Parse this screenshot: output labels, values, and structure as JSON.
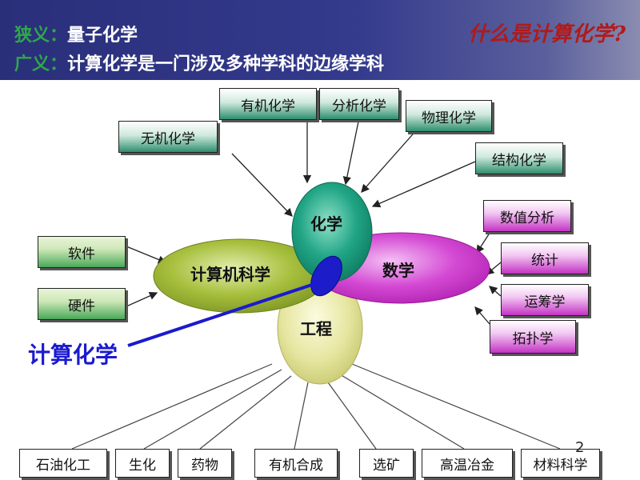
{
  "header": {
    "line1_label": "狭义：",
    "line1_text": "量子化学",
    "line2_label": "广义：",
    "line2_text": "计算化学是一门涉及多种学科的边缘学科",
    "slide_title": "什么是计算化学?"
  },
  "center": {
    "chemistry": "化学",
    "computer_science": "计算机科学",
    "mathematics": "数学",
    "engineering": "工程",
    "main_label": "计算化学"
  },
  "chemistry_branches": [
    "无机化学",
    "有机化学",
    "分析化学",
    "物理化学",
    "结构化学"
  ],
  "cs_branches": [
    "软件",
    "硬件"
  ],
  "math_branches": [
    "数值分析",
    "统计",
    "运筹学",
    "拓扑学"
  ],
  "engineering_branches": [
    "石油化工",
    "生化",
    "药物",
    "有机合成",
    "选矿",
    "高温冶金",
    "材料科学"
  ],
  "page_number": "2",
  "colors": {
    "header_bg": "#343a8c",
    "label_green": "#2ea84a",
    "title_red": "#b01a1a",
    "chemistry_teal": "#1aa080",
    "cs_olive": "#8fa830",
    "math_magenta": "#c833c8",
    "engineering_yellow": "#e4e49a",
    "main_label_blue": "#1a1ad0"
  }
}
